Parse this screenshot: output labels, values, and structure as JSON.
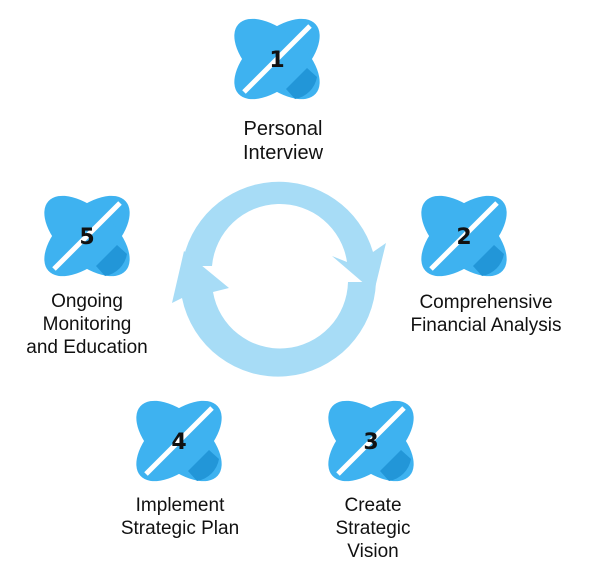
{
  "colors": {
    "badge_main": "#3EB2F0",
    "badge_dark": "#2296D8",
    "badge_separator": "#FFFFFF",
    "cycle_arrow": "#A7DCF6",
    "text": "#111111"
  },
  "icons": {
    "badge": "blob-badge-icon",
    "cycle": "circular-cycle-arrows-icon"
  },
  "steps": [
    {
      "number": "1",
      "label": "Personal\nInterview"
    },
    {
      "number": "2",
      "label": "Comprehensive\nFinancial Analysis"
    },
    {
      "number": "3",
      "label": "Create\nStrategic\nVision"
    },
    {
      "number": "4",
      "label": "Implement\nStrategic Plan"
    },
    {
      "number": "5",
      "label": "Ongoing\nMonitoring\nand Education"
    }
  ]
}
